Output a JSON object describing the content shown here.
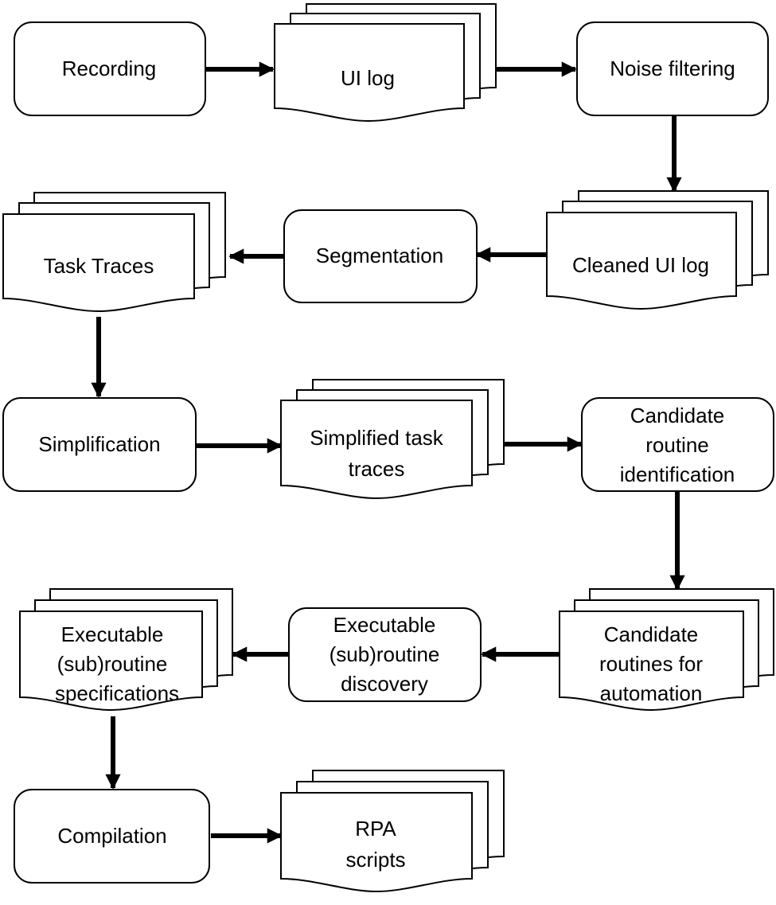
{
  "diagram": {
    "nodes": {
      "recording": {
        "lines": [
          "Recording"
        ]
      },
      "ui_log": {
        "lines": [
          "UI log"
        ]
      },
      "noise_filtering": {
        "lines": [
          "Noise filtering"
        ]
      },
      "cleaned_ui_log": {
        "lines": [
          "Cleaned UI log"
        ]
      },
      "segmentation": {
        "lines": [
          "Segmentation"
        ]
      },
      "task_traces": {
        "lines": [
          "Task Traces"
        ]
      },
      "simplification": {
        "lines": [
          "Simplification"
        ]
      },
      "simplified_task_traces": {
        "lines": [
          "Simplified task",
          "traces"
        ]
      },
      "candidate_routine_identification": {
        "lines": [
          "Candidate",
          "routine",
          "identification"
        ]
      },
      "candidate_routines_for_automation": {
        "lines": [
          "Candidate",
          "routines for",
          "automation"
        ]
      },
      "executable_subroutine_discovery": {
        "lines": [
          "Executable",
          "(sub)routine",
          "discovery"
        ]
      },
      "executable_subroutine_specifications": {
        "lines": [
          "Executable",
          "(sub)routine",
          "specifications"
        ]
      },
      "compilation": {
        "lines": [
          "Compilation"
        ]
      },
      "rpa_scripts": {
        "lines": [
          "RPA",
          "scripts"
        ]
      }
    },
    "edges": [
      [
        "recording",
        "ui_log"
      ],
      [
        "ui_log",
        "noise_filtering"
      ],
      [
        "noise_filtering",
        "cleaned_ui_log"
      ],
      [
        "cleaned_ui_log",
        "segmentation"
      ],
      [
        "segmentation",
        "task_traces"
      ],
      [
        "task_traces",
        "simplification"
      ],
      [
        "simplification",
        "simplified_task_traces"
      ],
      [
        "simplified_task_traces",
        "candidate_routine_identification"
      ],
      [
        "candidate_routine_identification",
        "candidate_routines_for_automation"
      ],
      [
        "candidate_routines_for_automation",
        "executable_subroutine_discovery"
      ],
      [
        "executable_subroutine_discovery",
        "executable_subroutine_specifications"
      ],
      [
        "executable_subroutine_specifications",
        "compilation"
      ],
      [
        "compilation",
        "rpa_scripts"
      ]
    ],
    "colors": {
      "stroke": "#000000",
      "fill": "#ffffff",
      "text": "#000000"
    }
  }
}
